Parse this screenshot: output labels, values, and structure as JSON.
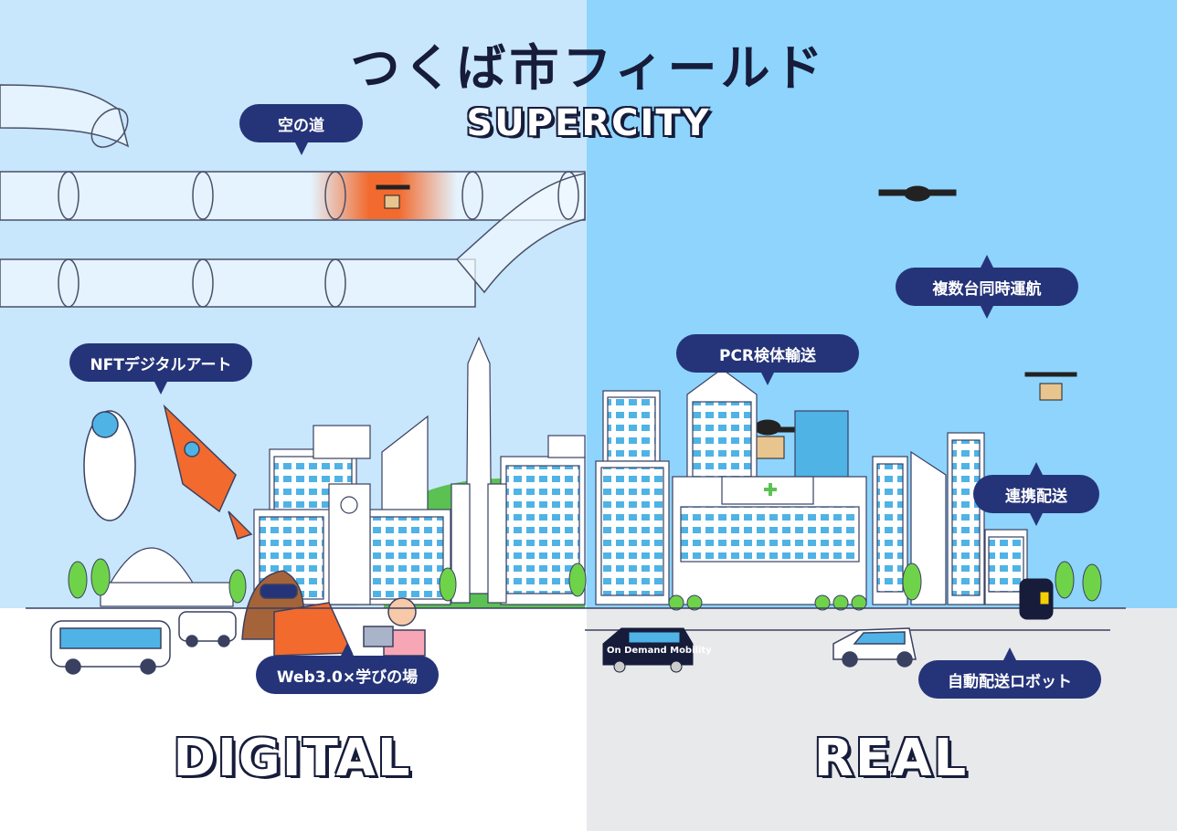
{
  "title": "つくば市フィールド",
  "subtitle": "SUPERCITY",
  "sections": {
    "left": "DIGITAL",
    "right": "REAL"
  },
  "bubbles": {
    "sky_road": "空の道",
    "nft": "NFTデジタルアート",
    "web3": "Web3.0×学びの場",
    "pcr": "PCR検体輸送",
    "multi_drone": "複数台同時運航",
    "coordinated": "連携配送",
    "robot": "自動配送ロボット"
  },
  "van_label": "On Demand Mobility",
  "colors": {
    "left_sky": "#c8e6fc",
    "right_sky": "#8ed4fd",
    "bubble": "#253479",
    "accent": "#f26a2e"
  }
}
